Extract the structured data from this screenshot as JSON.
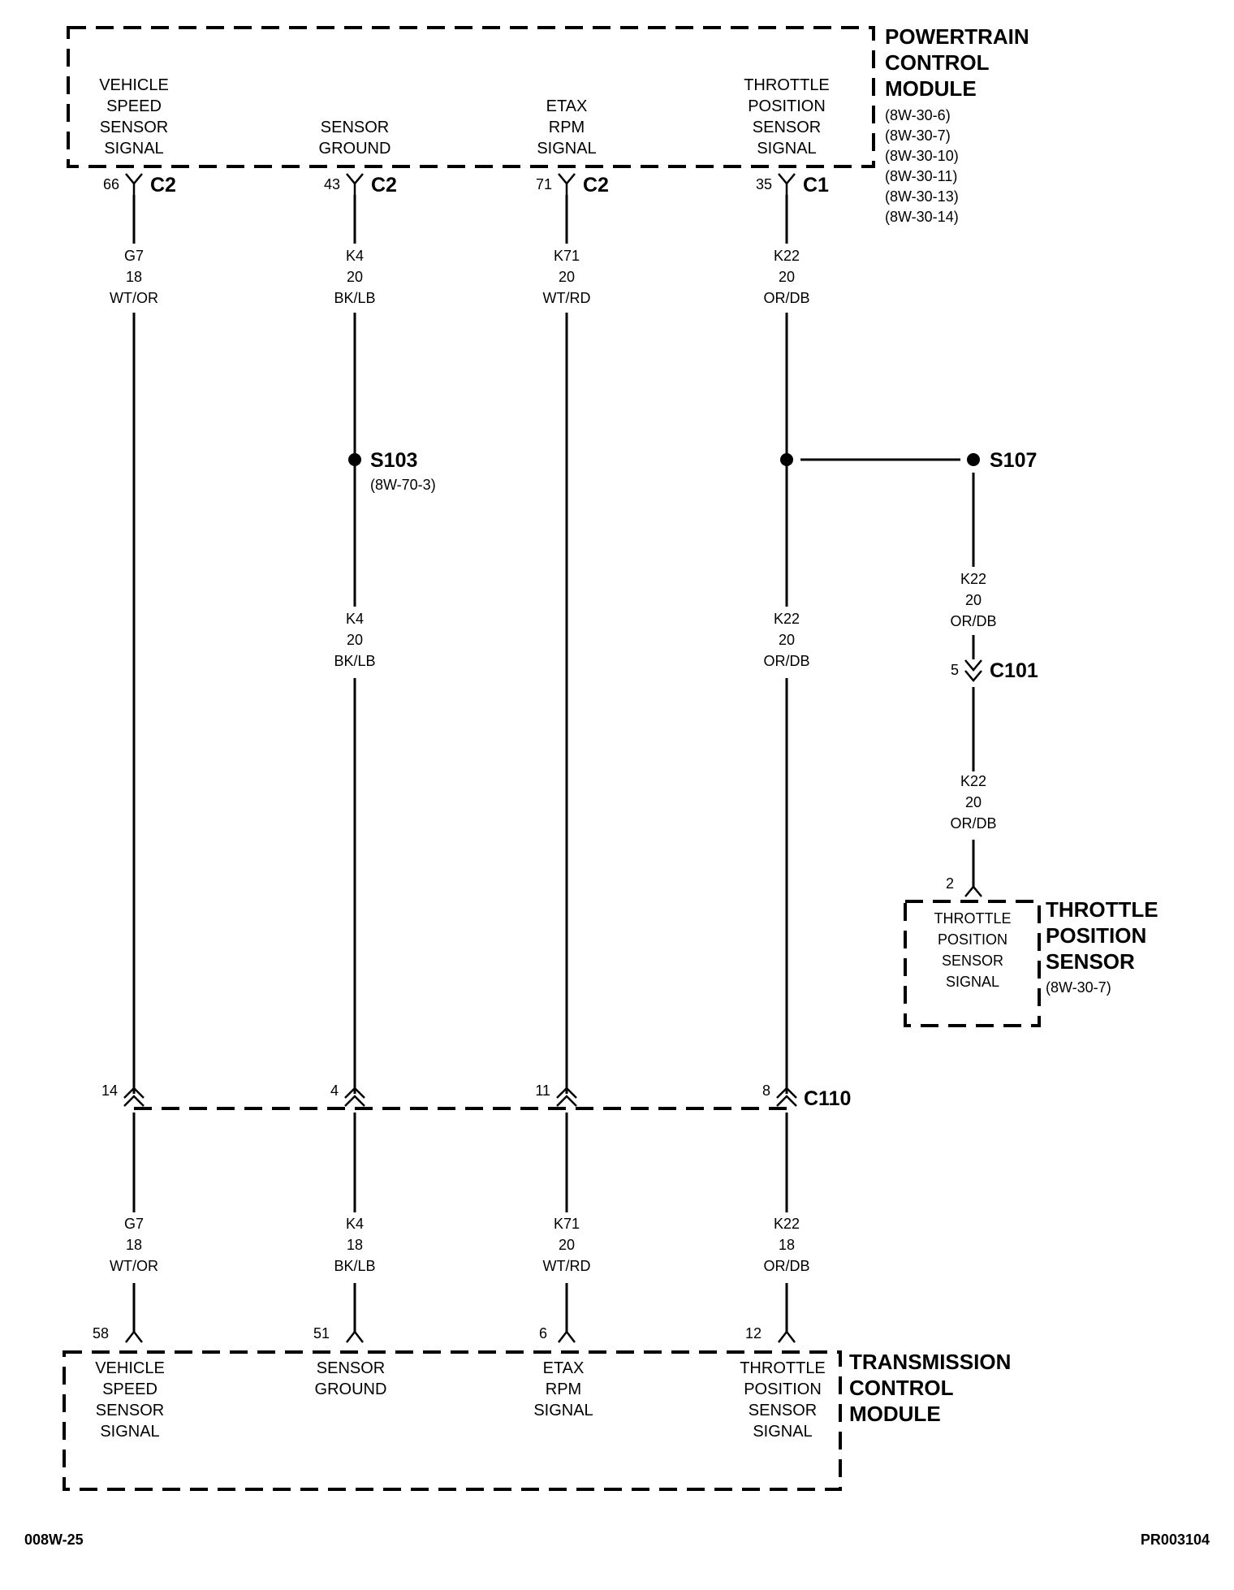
{
  "pcm": {
    "title": [
      "POWERTRAIN",
      "CONTROL",
      "MODULE"
    ],
    "refs": [
      "(8W-30-6)",
      "(8W-30-7)",
      "(8W-30-10)",
      "(8W-30-11)",
      "(8W-30-13)",
      "(8W-30-14)"
    ],
    "pins": [
      {
        "label": [
          "VEHICLE",
          "SPEED",
          "SENSOR",
          "SIGNAL"
        ],
        "pin": "66",
        "connector": "C2"
      },
      {
        "label": [
          "SENSOR",
          "GROUND"
        ],
        "pin": "43",
        "connector": "C2"
      },
      {
        "label": [
          "ETAX",
          "RPM",
          "SIGNAL"
        ],
        "pin": "71",
        "connector": "C2"
      },
      {
        "label": [
          "THROTTLE",
          "POSITION",
          "SENSOR",
          "SIGNAL"
        ],
        "pin": "35",
        "connector": "C1"
      }
    ]
  },
  "wires_upper": [
    [
      "G7",
      "18",
      "WT/OR"
    ],
    [
      "K4",
      "20",
      "BK/LB"
    ],
    [
      "K71",
      "20",
      "WT/RD"
    ],
    [
      "K22",
      "20",
      "OR/DB"
    ]
  ],
  "wires_mid": [
    [
      "K4",
      "20",
      "BK/LB"
    ],
    [
      "K22",
      "20",
      "OR/DB"
    ]
  ],
  "splices": {
    "s103": {
      "name": "S103",
      "ref": "(8W-70-3)"
    },
    "s107": {
      "name": "S107"
    }
  },
  "tps_branch": {
    "wire_a": [
      "K22",
      "20",
      "OR/DB"
    ],
    "c101_pin": "5",
    "c101": "C101",
    "wire_b": [
      "K22",
      "20",
      "OR/DB"
    ],
    "sensor_pin": "2",
    "sensor_label": [
      "THROTTLE",
      "POSITION",
      "SENSOR",
      "SIGNAL"
    ],
    "sensor_title": [
      "THROTTLE",
      "POSITION",
      "SENSOR"
    ],
    "sensor_ref": "(8W-30-7)"
  },
  "c110": {
    "name": "C110",
    "pins": [
      "14",
      "4",
      "11",
      "8"
    ]
  },
  "wires_lower": [
    [
      "G7",
      "18",
      "WT/OR"
    ],
    [
      "K4",
      "18",
      "BK/LB"
    ],
    [
      "K71",
      "20",
      "WT/RD"
    ],
    [
      "K22",
      "18",
      "OR/DB"
    ]
  ],
  "tcm": {
    "title": [
      "TRANSMISSION",
      "CONTROL",
      "MODULE"
    ],
    "pins": [
      {
        "pin": "58",
        "label": [
          "VEHICLE",
          "SPEED",
          "SENSOR",
          "SIGNAL"
        ]
      },
      {
        "pin": "51",
        "label": [
          "SENSOR",
          "GROUND"
        ]
      },
      {
        "pin": "6",
        "label": [
          "ETAX",
          "RPM",
          "SIGNAL"
        ]
      },
      {
        "pin": "12",
        "label": [
          "THROTTLE",
          "POSITION",
          "SENSOR",
          "SIGNAL"
        ]
      }
    ]
  },
  "footer": {
    "left": "008W-25",
    "right": "PR003104"
  }
}
